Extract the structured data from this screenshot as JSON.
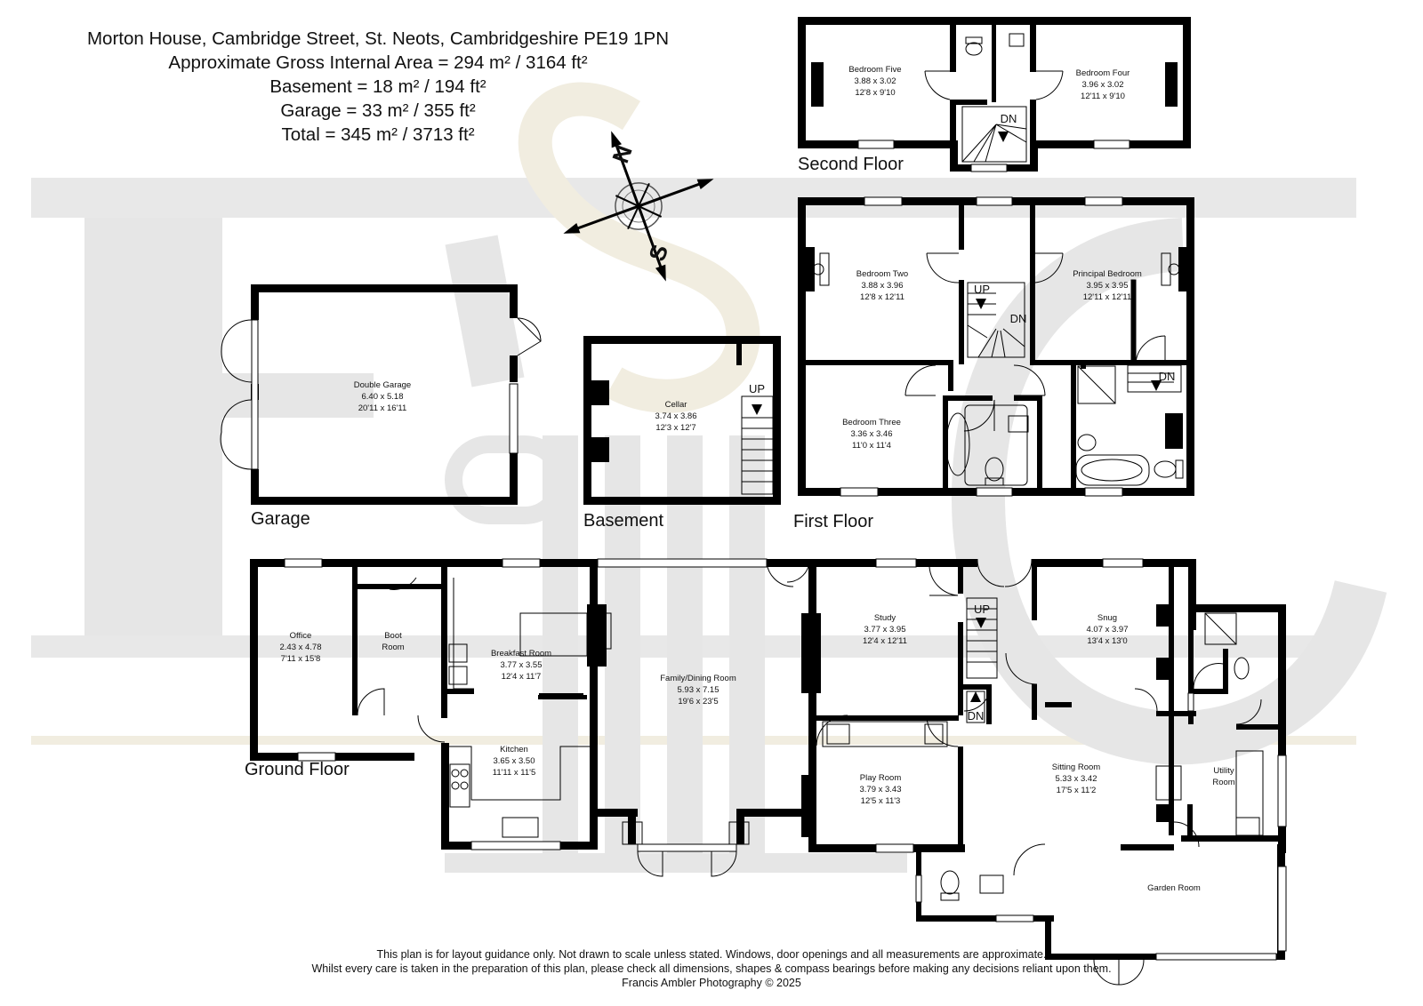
{
  "header": {
    "address": "Morton House, Cambridge Street, St. Neots, Cambridgeshire PE19 1PN",
    "gross_area": "Approximate Gross Internal Area = 294 m² / 3164 ft²",
    "basement": "Basement = 18 m² / 194 ft²",
    "garage": "Garage = 33 m² / 355 ft²",
    "total": "Total = 345 m² / 3713 ft²"
  },
  "floors": {
    "second": "Second Floor",
    "first": "First Floor",
    "ground": "Ground Floor",
    "garage": "Garage",
    "basement": "Basement"
  },
  "compass": {
    "north": "N",
    "south": "S"
  },
  "stairs": {
    "dn": "DN",
    "up": "UP"
  },
  "rooms": {
    "bedroom_five": {
      "name": "Bedroom Five",
      "metric": "3.88 x 3.02",
      "imperial": "12'8 x 9'10"
    },
    "bedroom_four": {
      "name": "Bedroom Four",
      "metric": "3.96 x 3.02",
      "imperial": "12'11 x 9'10"
    },
    "bedroom_two": {
      "name": "Bedroom Two",
      "metric": "3.88 x 3.96",
      "imperial": "12'8 x 12'11"
    },
    "principal_bedroom": {
      "name": "Principal Bedroom",
      "metric": "3.95 x 3.95",
      "imperial": "12'11 x 12'11"
    },
    "bedroom_three": {
      "name": "Bedroom Three",
      "metric": "3.36 x 3.46",
      "imperial": "11'0 x 11'4"
    },
    "double_garage": {
      "name": "Double Garage",
      "metric": "6.40 x 5.18",
      "imperial": "20'11 x 16'11"
    },
    "cellar": {
      "name": "Cellar",
      "metric": "3.74 x 3.86",
      "imperial": "12'3 x 12'7"
    },
    "office": {
      "name": "Office",
      "metric": "2.43 x 4.78",
      "imperial": "7'11 x 15'8"
    },
    "boot_room": {
      "name_line1": "Boot",
      "name_line2": "Room"
    },
    "breakfast_room": {
      "name": "Breakfast Room",
      "metric": "3.77 x 3.55",
      "imperial": "12'4 x 11'7"
    },
    "kitchen": {
      "name": "Kitchen",
      "metric": "3.65 x 3.50",
      "imperial": "11'11 x 11'5"
    },
    "family_dining": {
      "name": "Family/Dining Room",
      "metric": "5.93 x 7.15",
      "imperial": "19'6 x 23'5"
    },
    "study": {
      "name": "Study",
      "metric": "3.77 x 3.95",
      "imperial": "12'4 x 12'11"
    },
    "snug": {
      "name": "Snug",
      "metric": "4.07 x 3.97",
      "imperial": "13'4 x 13'0"
    },
    "play_room": {
      "name": "Play Room",
      "metric": "3.79 x 3.43",
      "imperial": "12'5 x 11'3"
    },
    "sitting_room": {
      "name": "Sitting Room",
      "metric": "5.33 x 3.42",
      "imperial": "17'5 x 11'2"
    },
    "utility_room": {
      "name_line1": "Utility",
      "name_line2": "Room"
    },
    "garden_room": {
      "name": "Garden Room"
    }
  },
  "footer": {
    "line1": "This plan is for layout guidance only. Not drawn to scale unless stated. Windows, door openings and all measurements are approximate.",
    "line2": "Whilst every care is taken in the preparation of this plan, please check all dimensions, shapes & compass bearings before making any decisions reliant upon them.",
    "line3": "Francis Ambler Photography © 2025"
  },
  "colors": {
    "wall": "#000000",
    "watermark_grey": "#e6e6e6",
    "watermark_cream": "#f3efe2"
  }
}
